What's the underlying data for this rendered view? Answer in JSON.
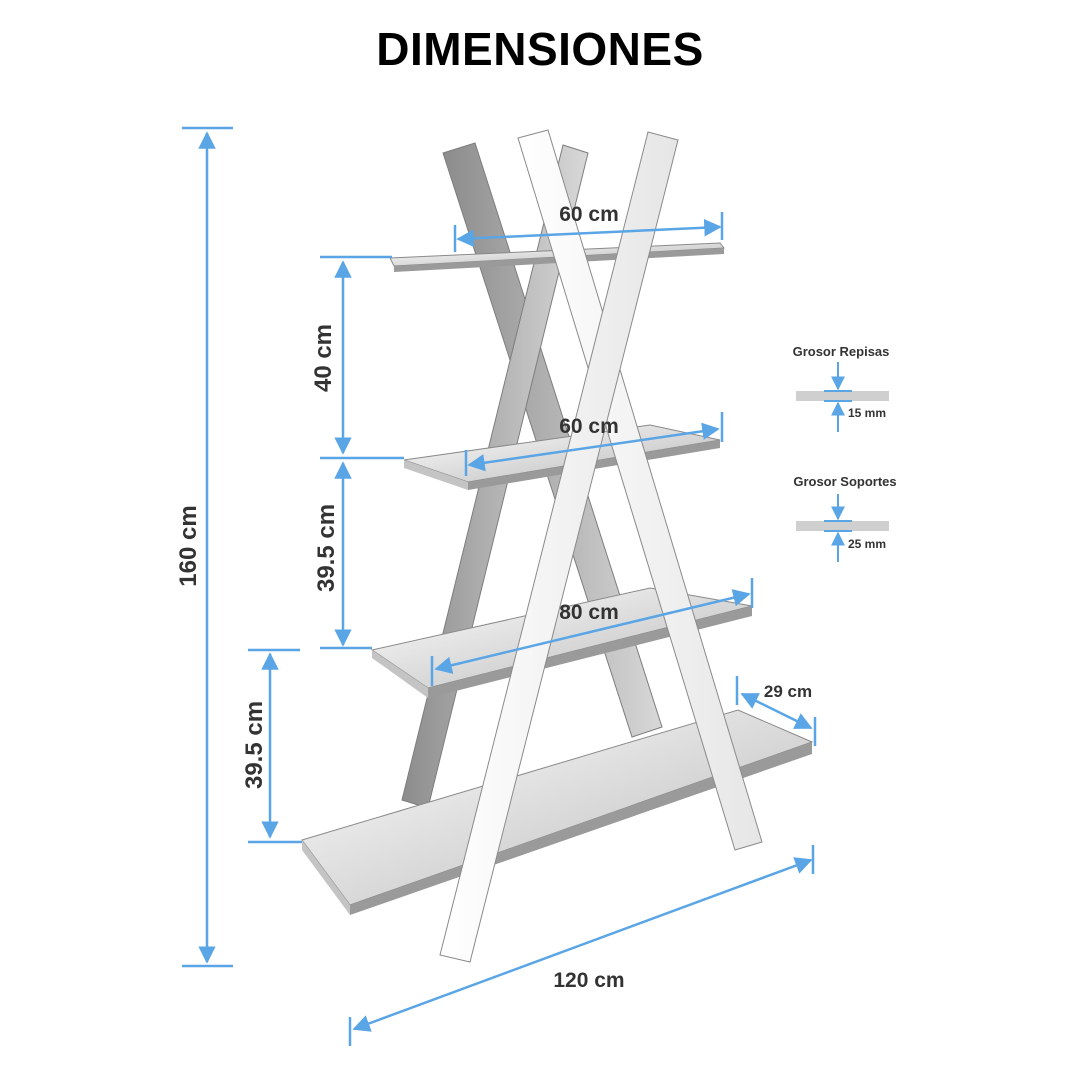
{
  "title": "DIMENSIONES",
  "colors": {
    "dimension_line": "#5aa5e6",
    "shelf_top": "#f6f6f6",
    "shelf_edge": "#8a8a8a",
    "leg_face": "#f2f2f2",
    "leg_shadow": "#9b9b9b",
    "text": "#333333"
  },
  "dimensions": {
    "shelf_width_top": "60 cm",
    "shelf_width_second": "60 cm",
    "shelf_width_third": "80 cm",
    "total_width": "120 cm",
    "depth": "29 cm",
    "total_height": "160 cm",
    "gap_top": "40 cm",
    "gap_middle": "39.5 cm",
    "gap_bottom": "39.5 cm"
  },
  "thickness": {
    "shelves": {
      "label": "Grosor Repisas",
      "value": "15 mm"
    },
    "supports": {
      "label": "Grosor Soportes",
      "value": "25 mm"
    }
  }
}
